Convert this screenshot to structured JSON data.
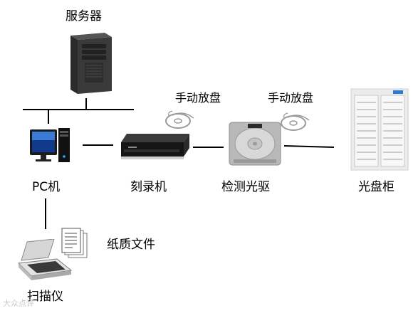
{
  "labels": {
    "server": "服务器",
    "pc": "PC机",
    "burner": "刻录机",
    "drive": "检测光驱",
    "cabinet": "光盘柜",
    "scanner": "扫描仪",
    "paper": "纸质文件",
    "manual_disc_1": "手动放盘",
    "manual_disc_2": "手动放盘"
  },
  "watermark": "大众点评",
  "colors": {
    "line": "#000000",
    "device_dark": "#222222",
    "cabinet_frame": "#d9d9d9"
  }
}
